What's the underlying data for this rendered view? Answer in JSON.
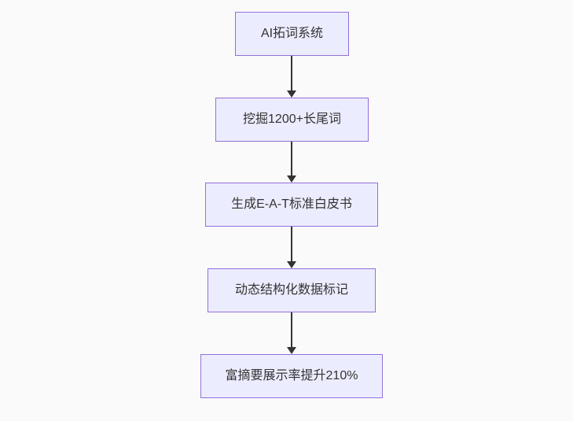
{
  "diagram": {
    "type": "flowchart",
    "direction": "top-down",
    "nodes": [
      {
        "id": "A",
        "label": "AI拓词系统"
      },
      {
        "id": "B",
        "label": "挖掘1200+长尾词"
      },
      {
        "id": "C",
        "label": "生成E-A-T标准白皮书"
      },
      {
        "id": "D",
        "label": "动态结构化数据标记"
      },
      {
        "id": "E",
        "label": "富摘要展示率提升210%"
      }
    ],
    "edges": [
      {
        "from": "A",
        "to": "B"
      },
      {
        "from": "B",
        "to": "C"
      },
      {
        "from": "C",
        "to": "D"
      },
      {
        "from": "D",
        "to": "E"
      }
    ],
    "colors": {
      "background": "#fafafa",
      "node_fill": "#ECECFF",
      "node_border": "#9370DB",
      "text": "#333333",
      "arrow": "#333333"
    }
  }
}
